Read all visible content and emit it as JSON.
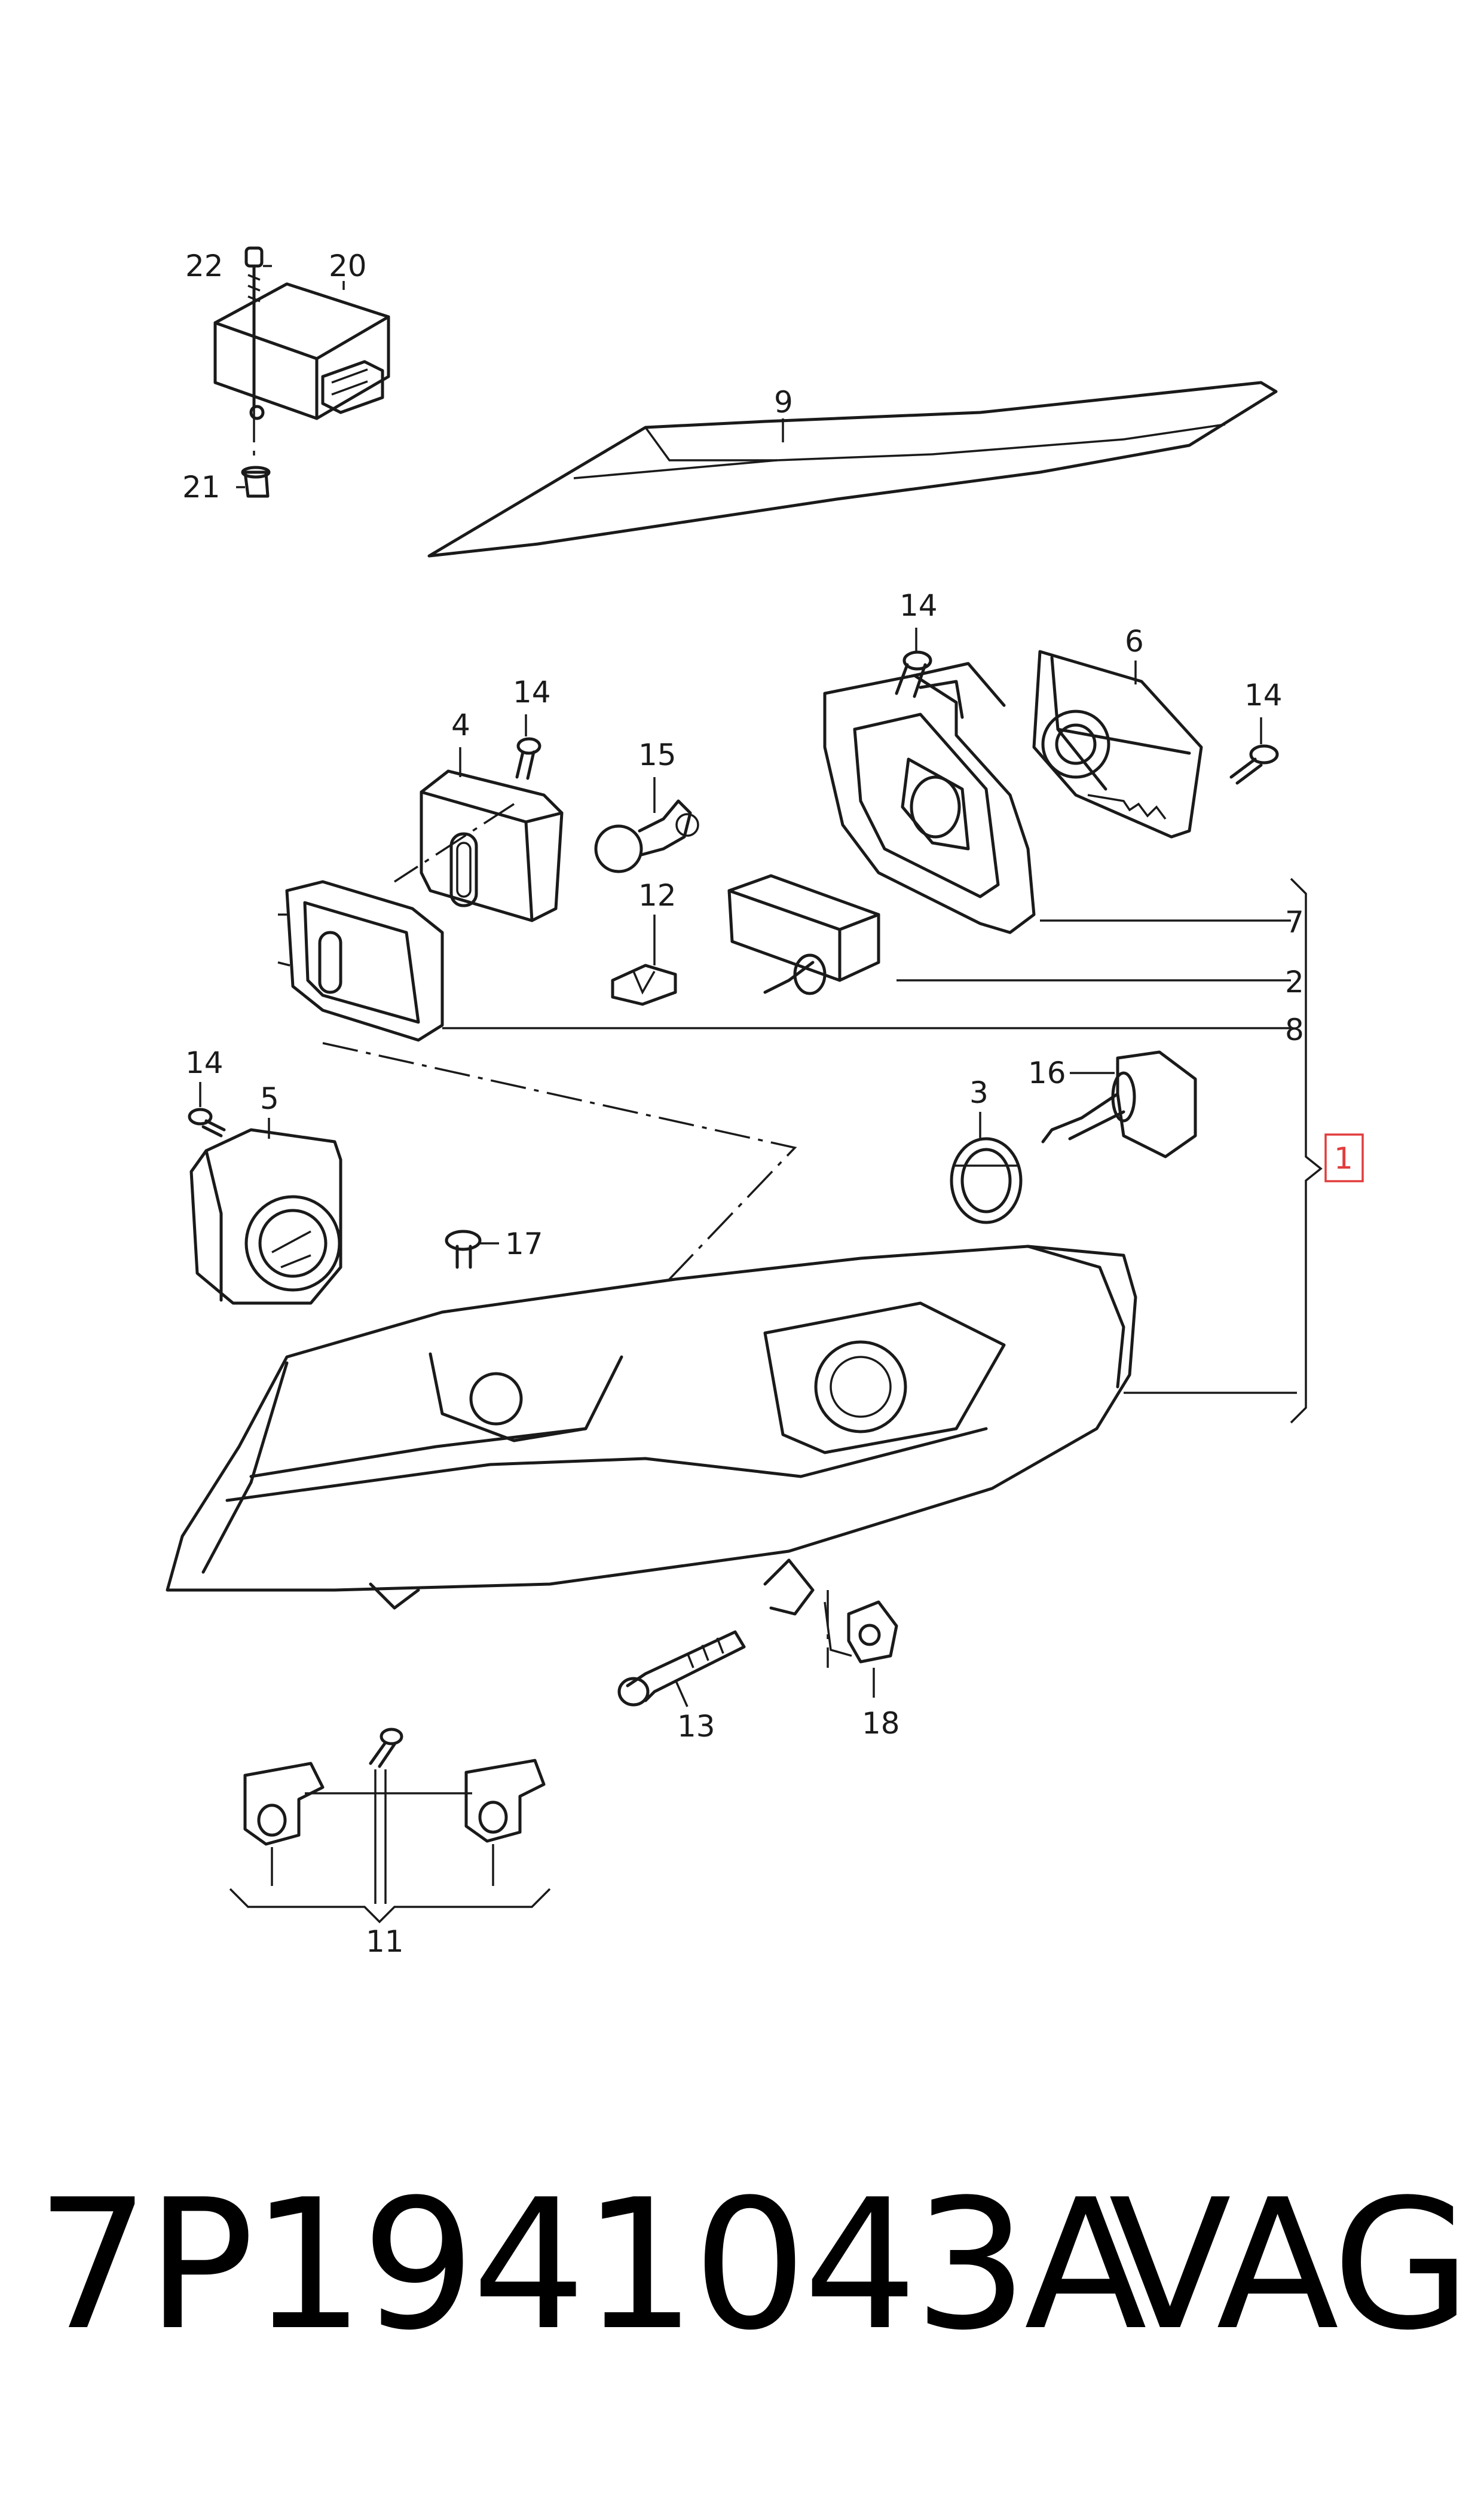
{
  "diagram": {
    "callouts": [
      "22",
      "20",
      "21",
      "9",
      "14",
      "6",
      "14",
      "4",
      "14",
      "15",
      "7",
      "12",
      "2",
      "8",
      "1",
      "14",
      "5",
      "3",
      "16",
      "17",
      "13",
      "18",
      "11"
    ],
    "highlight_color": "#e23c3c"
  },
  "footer": {
    "part_number": "7P1941043A",
    "brand": "VAG"
  }
}
